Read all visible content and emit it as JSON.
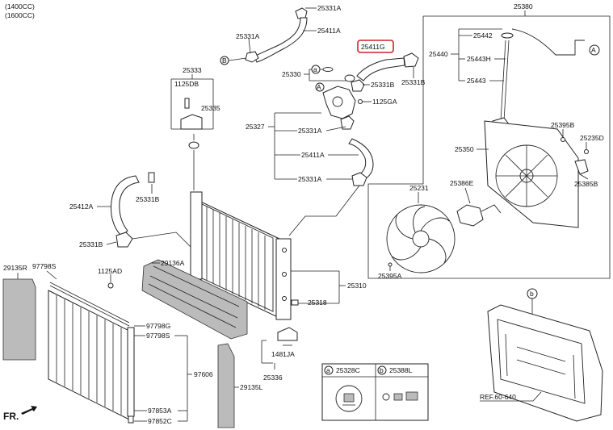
{
  "variants": [
    "(1400CC)",
    "(1600CC)"
  ],
  "labels": {
    "p25331A_top": "25331A",
    "p25411A_top": "25411A",
    "p25331A_left": "25331A",
    "p25411G": "25411G",
    "p25331B_right": "25331B",
    "p25330": "25330",
    "p25331B_mid": "25331B",
    "p1125GA": "1125GA",
    "p25327": "25327",
    "p25331A_mid": "25331A",
    "p25411A_mid": "25411A",
    "p25331A_low": "25331A",
    "p25333": "25333",
    "p1125DB": "1125DB",
    "p25335": "25335",
    "p25412A": "25412A",
    "p25331B_left": "25331B",
    "p25331B_low": "25331B",
    "p1125AD": "1125AD",
    "p29136A": "29136A",
    "p29135R": "29135R",
    "p97798S_top": "97798S",
    "p97798G": "97798G",
    "p97798S_mid": "97798S",
    "p97606": "97606",
    "p97853A": "97853A",
    "p97852C": "97852C",
    "p29135L": "29135L",
    "p25310": "25310",
    "p25318": "25318",
    "p1481JA": "1481JA",
    "p25336": "25336",
    "p25380": "25380",
    "p25442": "25442",
    "p25440": "25440",
    "p25443H": "25443H",
    "p25443": "25443",
    "p25395B": "25395B",
    "p25235D": "25235D",
    "p25350": "25350",
    "p25385B": "25385B",
    "p25386E": "25386E",
    "p25231": "25231",
    "p25395A": "25395A",
    "ref": "REF.60-640",
    "fr": "FR."
  },
  "callouts": {
    "a": "a",
    "A": "A",
    "B": "B",
    "b": "b"
  },
  "legend": {
    "a_code": "25328C",
    "b_code": "25388L"
  },
  "highlight_color": "#d0202a"
}
